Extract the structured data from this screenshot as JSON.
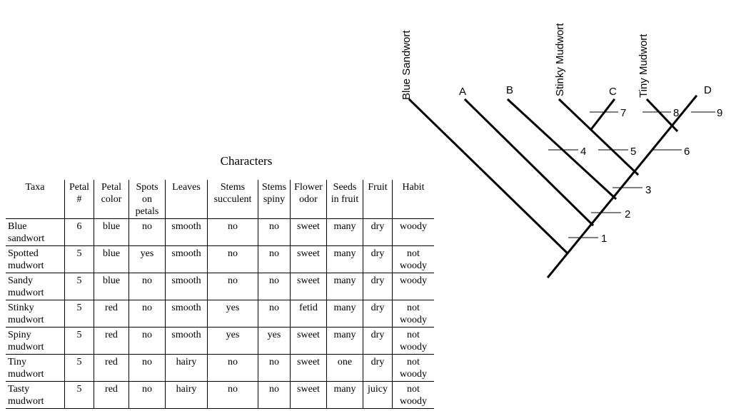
{
  "table": {
    "title": "Characters",
    "headers": [
      "Taxa",
      "Petal #",
      "Petal color",
      "Spots on petals",
      "Leaves",
      "Stems succulent",
      "Stems spiny",
      "Flower odor",
      "Seeds in fruit",
      "Fruit",
      "Habit"
    ],
    "rows": [
      [
        "Blue sandwort",
        "6",
        "blue",
        "no",
        "smooth",
        "no",
        "no",
        "sweet",
        "many",
        "dry",
        "woody"
      ],
      [
        "Spotted mudwort",
        "5",
        "blue",
        "yes",
        "smooth",
        "no",
        "no",
        "sweet",
        "many",
        "dry",
        "not woody"
      ],
      [
        "Sandy mudwort",
        "5",
        "blue",
        "no",
        "smooth",
        "no",
        "no",
        "sweet",
        "many",
        "dry",
        "woody"
      ],
      [
        "Stinky mudwort",
        "5",
        "red",
        "no",
        "smooth",
        "yes",
        "no",
        "fetid",
        "many",
        "dry",
        "not woody"
      ],
      [
        "Spiny mudwort",
        "5",
        "red",
        "no",
        "smooth",
        "yes",
        "yes",
        "sweet",
        "many",
        "dry",
        "not woody"
      ],
      [
        "Tiny mudwort",
        "5",
        "red",
        "no",
        "hairy",
        "no",
        "no",
        "sweet",
        "one",
        "dry",
        "not woody"
      ],
      [
        "Tasty mudwort",
        "5",
        "red",
        "no",
        "hairy",
        "no",
        "no",
        "sweet",
        "many",
        "juicy",
        "not woody"
      ]
    ]
  },
  "cladogram": {
    "taxa": [
      {
        "id": "blue-sandwort",
        "text": "Blue Sandwort"
      },
      {
        "id": "a",
        "text": "A"
      },
      {
        "id": "b",
        "text": "B"
      },
      {
        "id": "stinky-mudwort",
        "text": "Stinky Mudwort"
      },
      {
        "id": "c",
        "text": "C"
      },
      {
        "id": "tiny-mudwort",
        "text": "Tiny Mudwort"
      },
      {
        "id": "d",
        "text": "D"
      }
    ],
    "character_marks": [
      "1",
      "2",
      "3",
      "4",
      "5",
      "6",
      "7",
      "8",
      "9"
    ]
  }
}
